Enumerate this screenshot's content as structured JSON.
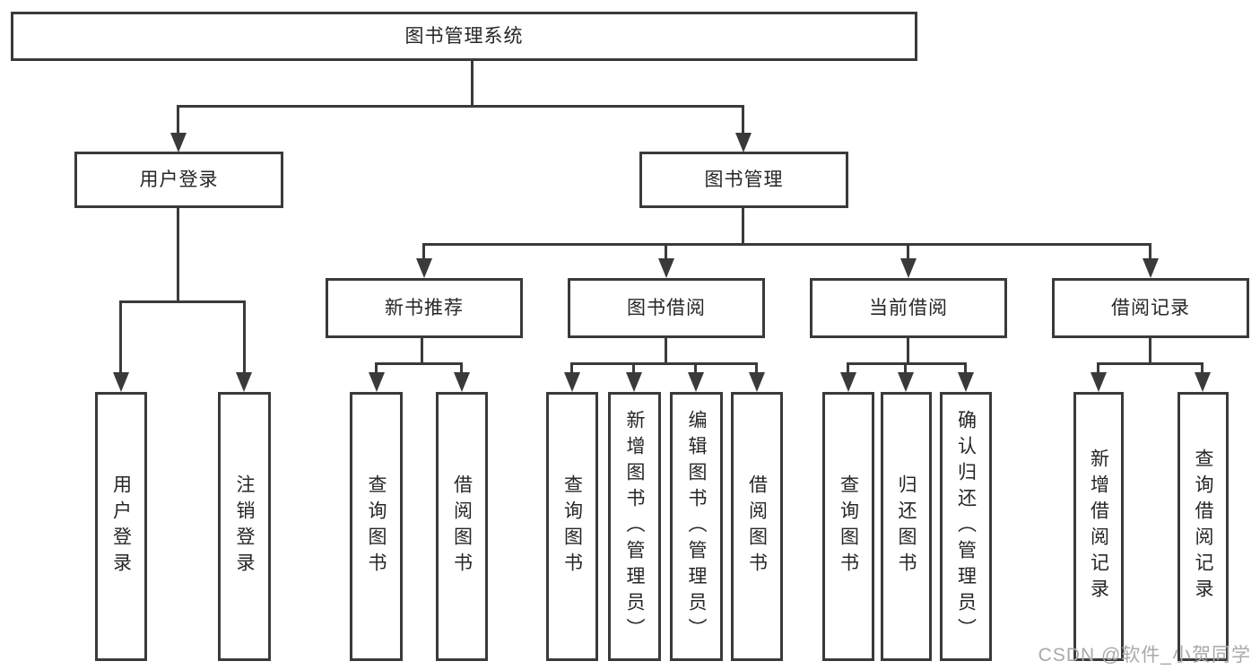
{
  "tree": {
    "label": "图书管理系统",
    "children": [
      {
        "label": "用户登录",
        "children": [
          {
            "label": "用户登录"
          },
          {
            "label": "注销登录"
          }
        ]
      },
      {
        "label": "图书管理",
        "children": [
          {
            "label": "新书推荐",
            "children": [
              {
                "label": "查询图书"
              },
              {
                "label": "借阅图书"
              }
            ]
          },
          {
            "label": "图书借阅",
            "children": [
              {
                "label": "查询图书"
              },
              {
                "label": "新增图书（管理员）"
              },
              {
                "label": "编辑图书（管理员）"
              },
              {
                "label": "借阅图书"
              }
            ]
          },
          {
            "label": "当前借阅",
            "children": [
              {
                "label": "查询图书"
              },
              {
                "label": "归还图书"
              },
              {
                "label": "确认归还（管理员）"
              }
            ]
          },
          {
            "label": "借阅记录",
            "children": [
              {
                "label": "新增借阅记录"
              },
              {
                "label": "查询借阅记录"
              }
            ]
          }
        ]
      }
    ]
  },
  "watermark": {
    "text": "CSDN @软件_小贺同学"
  },
  "colors": {
    "line": "#3a3a3a",
    "text": "#262626",
    "watermark": "#a9a9a9",
    "background": "#ffffff"
  }
}
